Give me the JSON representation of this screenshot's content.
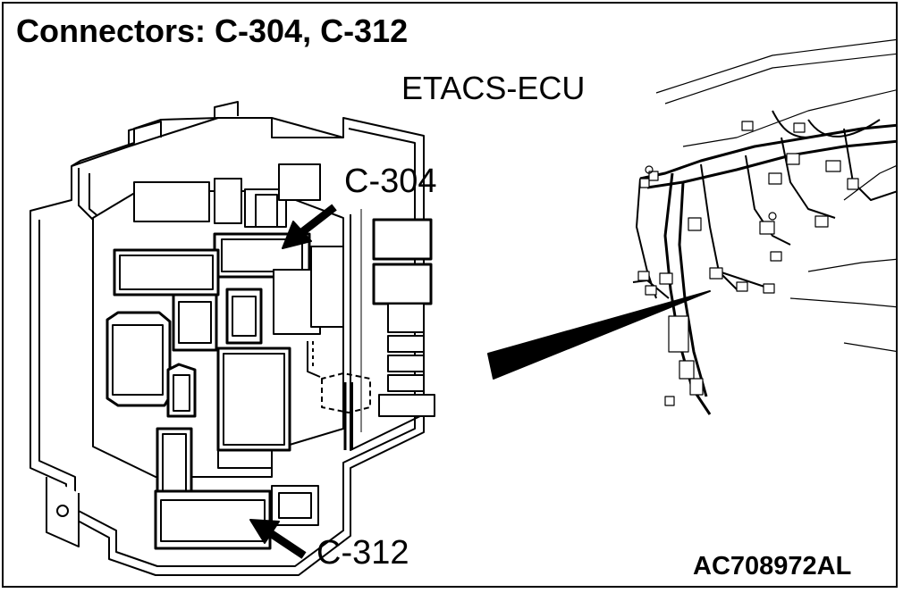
{
  "diagram": {
    "title": "Connectors: C-304, C-312",
    "component_label": "ETACS-ECU",
    "callouts": {
      "upper": "C-304",
      "lower": "C-312"
    },
    "figure_id": "AC708972AL"
  }
}
